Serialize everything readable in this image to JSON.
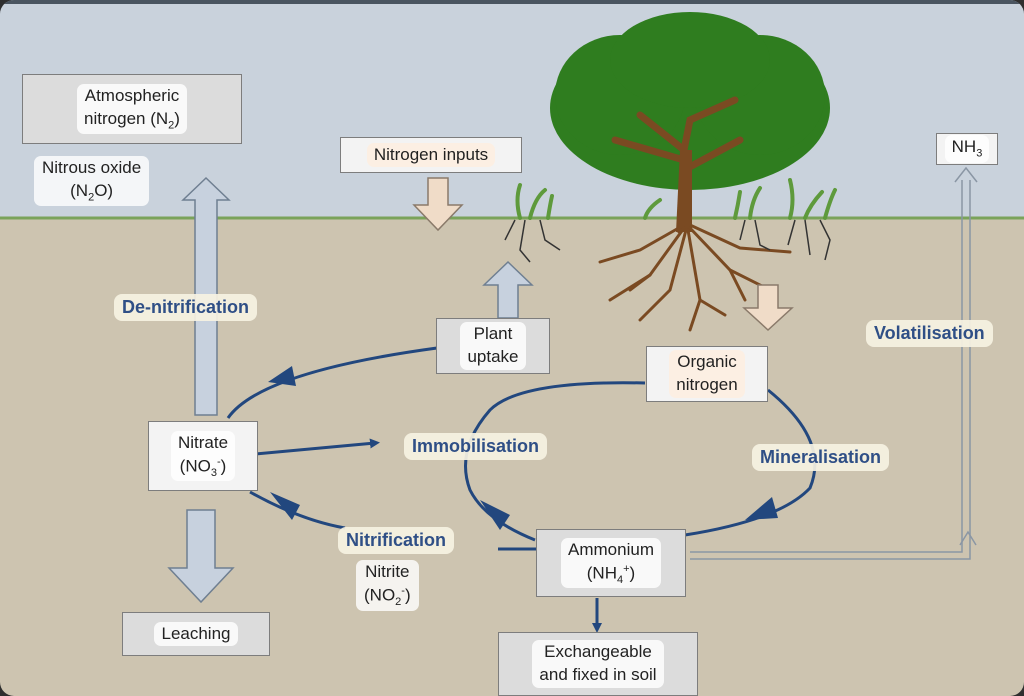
{
  "labels": {
    "atmospheric": "Atmospheric",
    "atmospheric_2": "nitrogen (N",
    "atmospheric_sub": "2",
    "atmospheric_end": ")",
    "nitrous": "Nitrous oxide",
    "nitrous_2a": "(N",
    "nitrous_sub": "2",
    "nitrous_2b": "O)",
    "nitrogen_inputs": "Nitrogen inputs",
    "nh3_a": "NH",
    "nh3_sub": "3",
    "denitrification": "De-nitrification",
    "plant_uptake_1": "Plant",
    "plant_uptake_2": "uptake",
    "organic_1": "Organic",
    "organic_2": "nitrogen",
    "volatilisation": "Volatilisation",
    "nitrate_1": "Nitrate",
    "nitrate_2a": "(NO",
    "nitrate_sub": "3",
    "nitrate_sup": "-",
    "nitrate_2b": ")",
    "immobilisation": "Immobilisation",
    "mineralisation": "Mineralisation",
    "nitrification": "Nitrification",
    "nitrite_1": "Nitrite",
    "nitrite_2a": "(NO",
    "nitrite_sub": "2",
    "nitrite_sup": "-",
    "nitrite_2b": ")",
    "ammonium_1": "Ammonium",
    "ammonium_2a": "(NH",
    "ammonium_sub": "4",
    "ammonium_sup": "+",
    "ammonium_2b": ")",
    "leaching": "Leaching",
    "exchangeable_1": "Exchangeable",
    "exchangeable_2": "and fixed in soil"
  },
  "colors": {
    "sky": "#c9d2dc",
    "soil": "#cdc4b0",
    "ground_line": "#7aa35a",
    "cycle_arrow": "#22477e",
    "tree_canopy": "#2f7d1f",
    "tree_trunk": "#7a4a22"
  }
}
